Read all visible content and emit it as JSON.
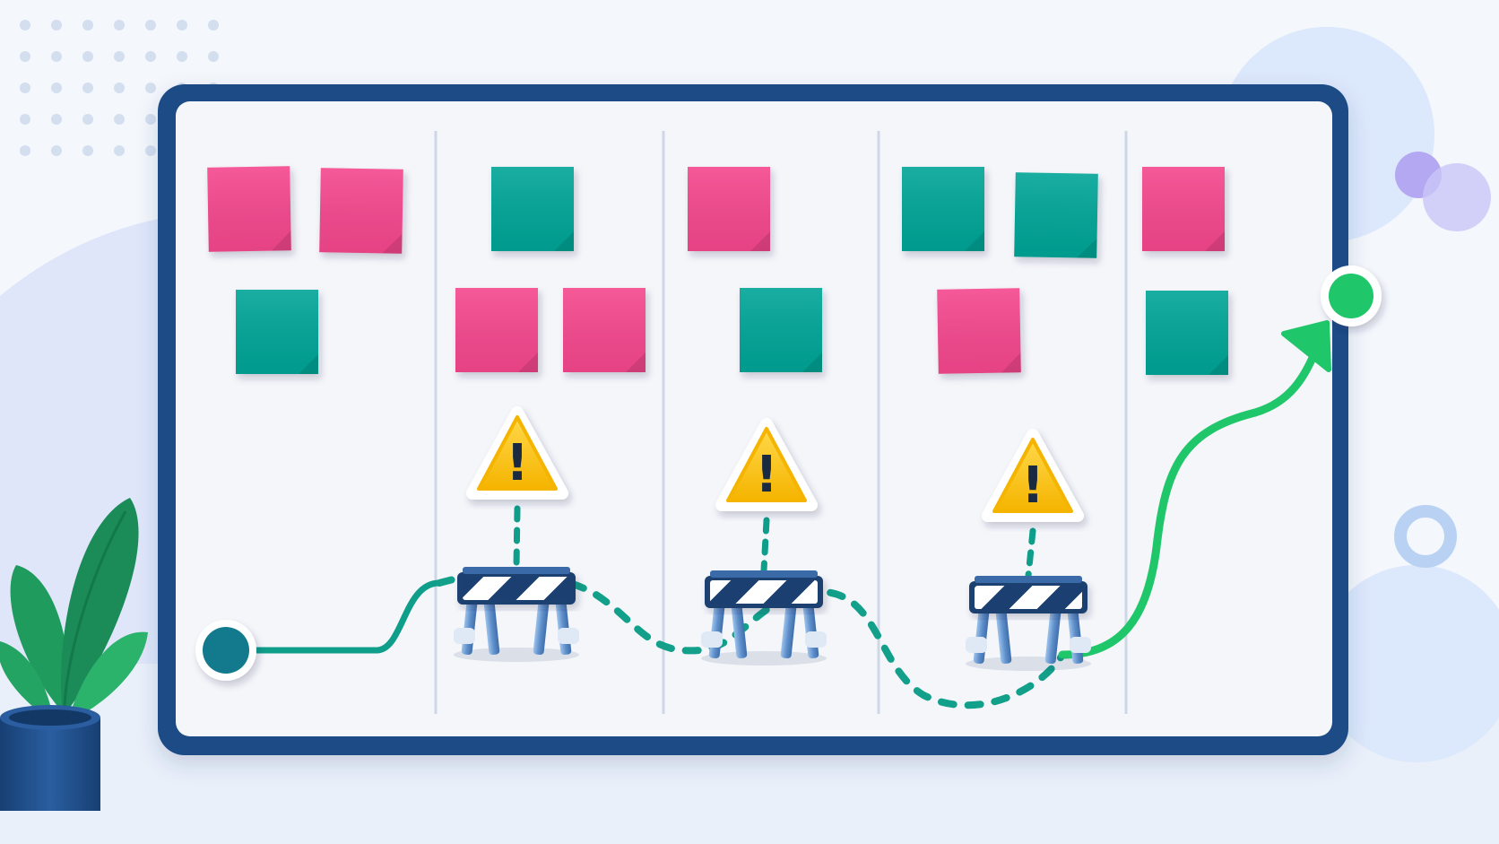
{
  "colors": {
    "background": "#f4f7fc",
    "board_frame": "#1d4b86",
    "board_surface": "#f5f6fa",
    "column_divider": "#cdd7e6",
    "note_pink": "#f4478d",
    "note_teal": "#06a597",
    "path_teal": "#0e9e8a",
    "path_green": "#1fc76a",
    "start_marker": "#127a8c",
    "end_marker": "#1fc76a",
    "warning_yellow": "#ffc61a",
    "barricade_navy": "#1a3f70",
    "barricade_leg": "#6f9fd6",
    "plant_leaf": "#1f9b5e",
    "pot": "#1d4b86"
  },
  "board": {
    "columns": 5,
    "sticky_notes": [
      {
        "column": 1,
        "color": "pink"
      },
      {
        "column": 1,
        "color": "pink"
      },
      {
        "column": 1,
        "color": "teal"
      },
      {
        "column": 2,
        "color": "teal"
      },
      {
        "column": 2,
        "color": "pink"
      },
      {
        "column": 2,
        "color": "pink"
      },
      {
        "column": 3,
        "color": "pink"
      },
      {
        "column": 3,
        "color": "teal"
      },
      {
        "column": 4,
        "color": "teal"
      },
      {
        "column": 4,
        "color": "teal"
      },
      {
        "column": 4,
        "color": "pink"
      },
      {
        "column": 5,
        "color": "pink"
      },
      {
        "column": 5,
        "color": "teal"
      }
    ],
    "blockers": [
      {
        "column": 2,
        "icon": "warning-icon",
        "symbol": "!"
      },
      {
        "column": 3,
        "icon": "warning-icon",
        "symbol": "!"
      },
      {
        "column": 4,
        "icon": "warning-icon",
        "symbol": "!"
      }
    ]
  },
  "decor": {
    "icons": [
      "plant-icon",
      "dot-grid-decoration",
      "circle-decoration",
      "ring-decoration"
    ]
  }
}
